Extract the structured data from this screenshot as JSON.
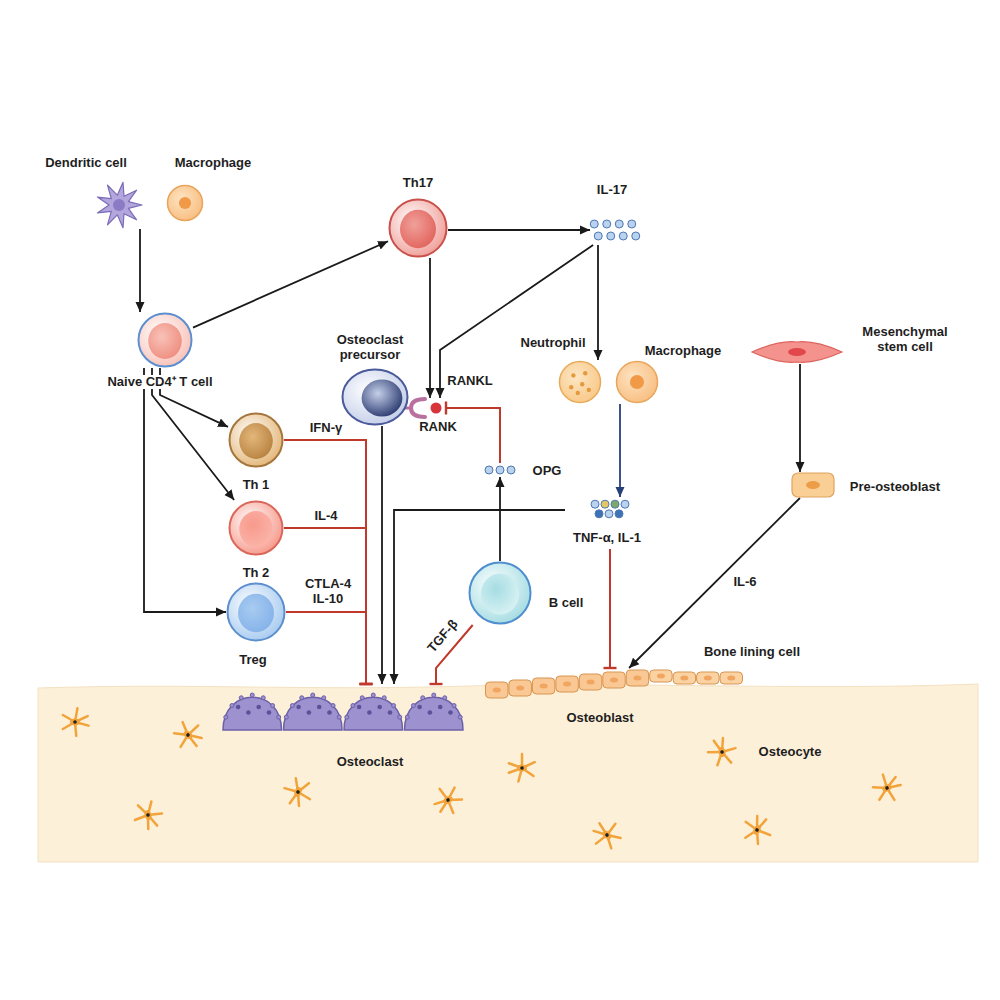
{
  "diagram": {
    "nodes": [
      {
        "text": [
          "Dendritic cell"
        ]
      },
      {
        "text": [
          "Macrophage"
        ]
      },
      {
        "text": [
          "Th17"
        ]
      },
      {
        "text": [
          "IL-17"
        ]
      },
      {
        "text": [
          "Naive CD4⁺ T cell"
        ]
      },
      {
        "text": [
          "Osteoclast precursor"
        ]
      },
      {
        "text": [
          "RANKL"
        ]
      },
      {
        "text": [
          "Neutrophil"
        ]
      },
      {
        "text": [
          "Macrophage"
        ]
      },
      {
        "text": [
          "Mesenchymal stem cell"
        ]
      },
      {
        "text": [
          "Th 1"
        ]
      },
      {
        "text": [
          "OPG"
        ]
      },
      {
        "text": [
          "Th 2"
        ]
      },
      {
        "text": [
          "TNF-α, IL-1"
        ]
      },
      {
        "text": [
          "Pre-osteoblast"
        ]
      },
      {
        "text": [
          "B cell"
        ]
      },
      {
        "text": [
          "Treg"
        ]
      },
      {
        "text": [
          "Osteoclast"
        ]
      },
      {
        "text": [
          "Osteoblast"
        ]
      }
    ],
    "edges": [
      {
        "from": 0,
        "to": 4,
        "arrow": "to"
      },
      {
        "from": 4,
        "to": 2,
        "arrow": "to"
      },
      {
        "from": 2,
        "to": 3,
        "arrow": "to"
      },
      {
        "from": 2,
        "to": 6,
        "arrow": "to"
      },
      {
        "from": 3,
        "to": 6,
        "arrow": "to"
      },
      {
        "from": 3,
        "to": 7,
        "arrow": "to"
      },
      {
        "from": 4,
        "to": 10,
        "arrow": "to"
      },
      {
        "from": 4,
        "to": 12,
        "arrow": "to"
      },
      {
        "from": 4,
        "to": 16,
        "arrow": "to"
      },
      {
        "from": 10,
        "to": 17,
        "label": "IFN-γ",
        "arrow": "to"
      },
      {
        "from": 12,
        "to": 17,
        "label": "IL-4",
        "arrow": "to"
      },
      {
        "from": 16,
        "to": 17,
        "label": "CTLA-4 IL-10",
        "arrow": "to"
      },
      {
        "from": 5,
        "to": 17,
        "arrow": "to"
      },
      {
        "from": 8,
        "to": 13,
        "arrow": "to"
      },
      {
        "from": 13,
        "to": 17,
        "arrow": "to"
      },
      {
        "from": 11,
        "to": 6,
        "arrow": "to"
      },
      {
        "from": 15,
        "to": 11,
        "arrow": "to"
      },
      {
        "from": 15,
        "to": 17,
        "label": "TGF-β",
        "arrow": "to"
      },
      {
        "from": 13,
        "to": 18,
        "arrow": "to"
      },
      {
        "from": 9,
        "to": 14,
        "arrow": "to"
      },
      {
        "from": 14,
        "to": 18,
        "label": "IL-6",
        "arrow": "to"
      }
    ],
    "labels": [
      "RANK",
      "Bone lining cell",
      "Osteocyte"
    ]
  }
}
